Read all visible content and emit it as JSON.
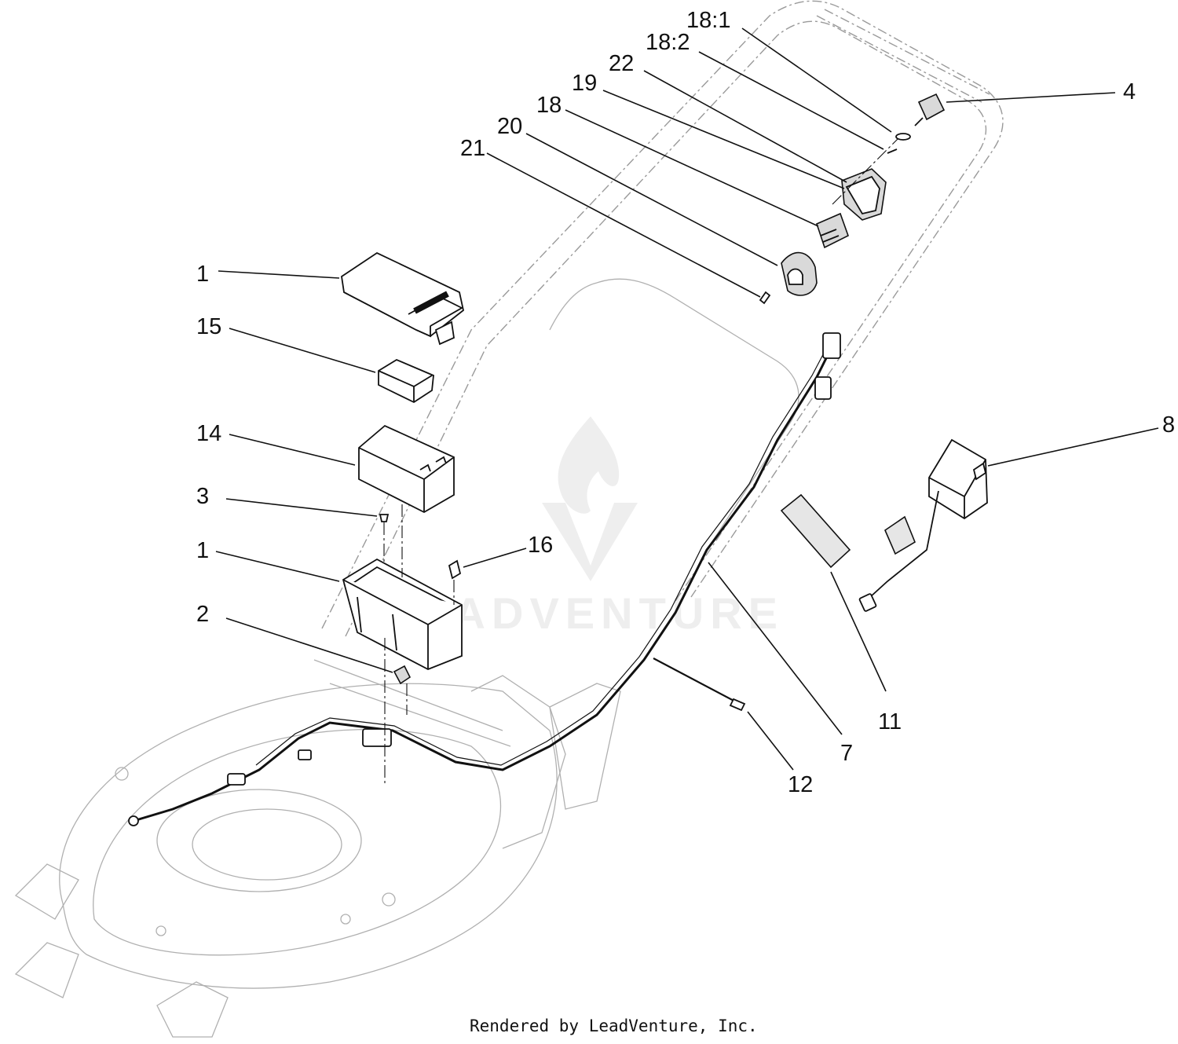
{
  "callouts": [
    {
      "id": "18-1",
      "label": "18:1"
    },
    {
      "id": "18-2",
      "label": "18:2"
    },
    {
      "id": "22",
      "label": "22"
    },
    {
      "id": "19",
      "label": "19"
    },
    {
      "id": "18",
      "label": "18"
    },
    {
      "id": "20",
      "label": "20"
    },
    {
      "id": "21",
      "label": "21"
    },
    {
      "id": "4",
      "label": "4"
    },
    {
      "id": "1-top",
      "label": "1"
    },
    {
      "id": "15",
      "label": "15"
    },
    {
      "id": "14",
      "label": "14"
    },
    {
      "id": "3",
      "label": "3"
    },
    {
      "id": "1-bottom",
      "label": "1"
    },
    {
      "id": "16",
      "label": "16"
    },
    {
      "id": "2",
      "label": "2"
    },
    {
      "id": "8",
      "label": "8"
    },
    {
      "id": "11",
      "label": "11"
    },
    {
      "id": "7",
      "label": "7"
    },
    {
      "id": "12",
      "label": "12"
    }
  ],
  "watermark": "LEADVENTURE",
  "footer": "Rendered by LeadVenture, Inc."
}
